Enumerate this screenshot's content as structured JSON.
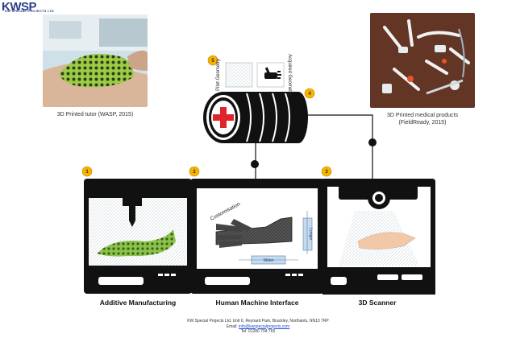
{
  "header": {
    "logo_text": "KWSP",
    "logo_subtitle": "KW SPECIAL PROJECTS LTD"
  },
  "photos": {
    "left_caption": "3D Printed tutor (WASP, 2015)",
    "right_caption_line1": "3D Printed medical products",
    "right_caption_line2": "(FieldReady, 2015)"
  },
  "steps": [
    {
      "number": "1",
      "label": "Additive Manufacturing"
    },
    {
      "number": "2",
      "label": "Human Machine Interface"
    },
    {
      "number": "3",
      "label": "3D Scanner"
    },
    {
      "number": "4",
      "label": ""
    },
    {
      "number": "5",
      "label": ""
    }
  ],
  "geometry_labels": {
    "pilot": "Pilot Geometry",
    "acquired": "Acquired Geometry"
  },
  "hmi": {
    "customisation": "Customisation",
    "longer": "Longer",
    "wider": "Wider"
  },
  "footer": {
    "line1": "KW Special Projects Ltd, Unit 6, Reynard Park, Brackley, Northants, NN13 7RP",
    "email_label": "Email:",
    "email": "info@kwspecialprojects.com",
    "phone": "Tel: 01280 704 765"
  },
  "colors": {
    "badge": "#f5b400",
    "cross": "#e0242a",
    "lattice": "#8bc34a",
    "logo": "#2c3f86"
  }
}
